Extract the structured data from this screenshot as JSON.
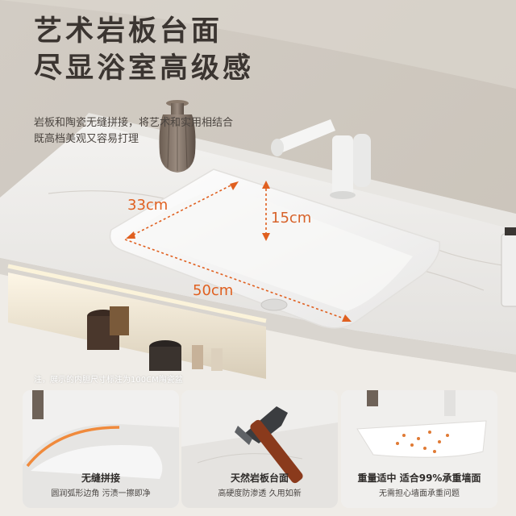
{
  "headline": {
    "line1": "艺术岩板台面",
    "line2": "尽显浴室高级感"
  },
  "intro": {
    "line1": "岩板和陶瓷无缝拼接，将艺术和实用相结合",
    "line2": "既高档美观又容易打理"
  },
  "dimensions": {
    "width": "33cm",
    "depth": "15cm",
    "length": "50cm"
  },
  "note": "注，展示的内胆尺寸标注为100CM陶瓷盆",
  "features": [
    {
      "title": "无缝拼接",
      "subtitle": "圆润弧形边角 污渍一擦即净",
      "icon": "seamless-basin-photo"
    },
    {
      "title": "天然岩板台面",
      "subtitle": "高硬度防渗透 久用如新",
      "icon": "hammer-on-slab-photo"
    },
    {
      "title": "重量适中 适合99%承重墙面",
      "subtitle": "无需担心墙面承重问题",
      "icon": "wall-mounted-basin-photo"
    }
  ],
  "colors": {
    "accent_orange": "#e06020",
    "wall": "#d6d0c8",
    "stone": "#f4f4f3"
  }
}
